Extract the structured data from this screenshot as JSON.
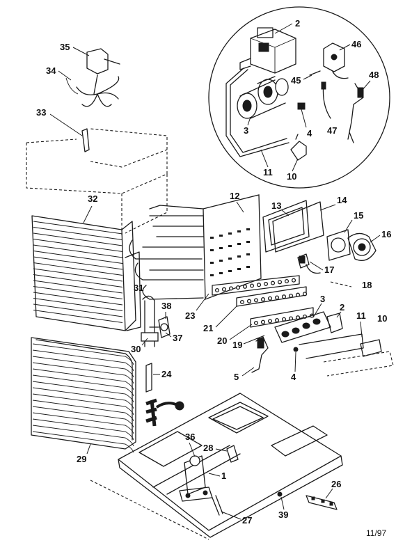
{
  "callouts": {
    "c2_top": "2",
    "c35": "35",
    "c34": "34",
    "c33": "33",
    "c46": "46",
    "c45": "45",
    "c48": "48",
    "c3_top": "3",
    "c4_top": "4",
    "c47": "47",
    "c11_top": "11",
    "c10_top": "10",
    "c12": "12",
    "c13": "13",
    "c14": "14",
    "c15": "15",
    "c16": "16",
    "c32": "32",
    "c17": "17",
    "c18": "18",
    "c31": "31",
    "c23": "23",
    "c38": "38",
    "c3_mid": "3",
    "c2_mid": "2",
    "c11_mid": "11",
    "c10_mid": "10",
    "c21": "21",
    "c20": "20",
    "c37": "37",
    "c30": "30",
    "c19": "19",
    "c24": "24",
    "c5": "5",
    "c4_mid": "4",
    "c36": "36",
    "c28": "28",
    "c29": "29",
    "c1": "1",
    "c26": "26",
    "c27": "27",
    "c39": "39"
  },
  "date_code": "11/97"
}
